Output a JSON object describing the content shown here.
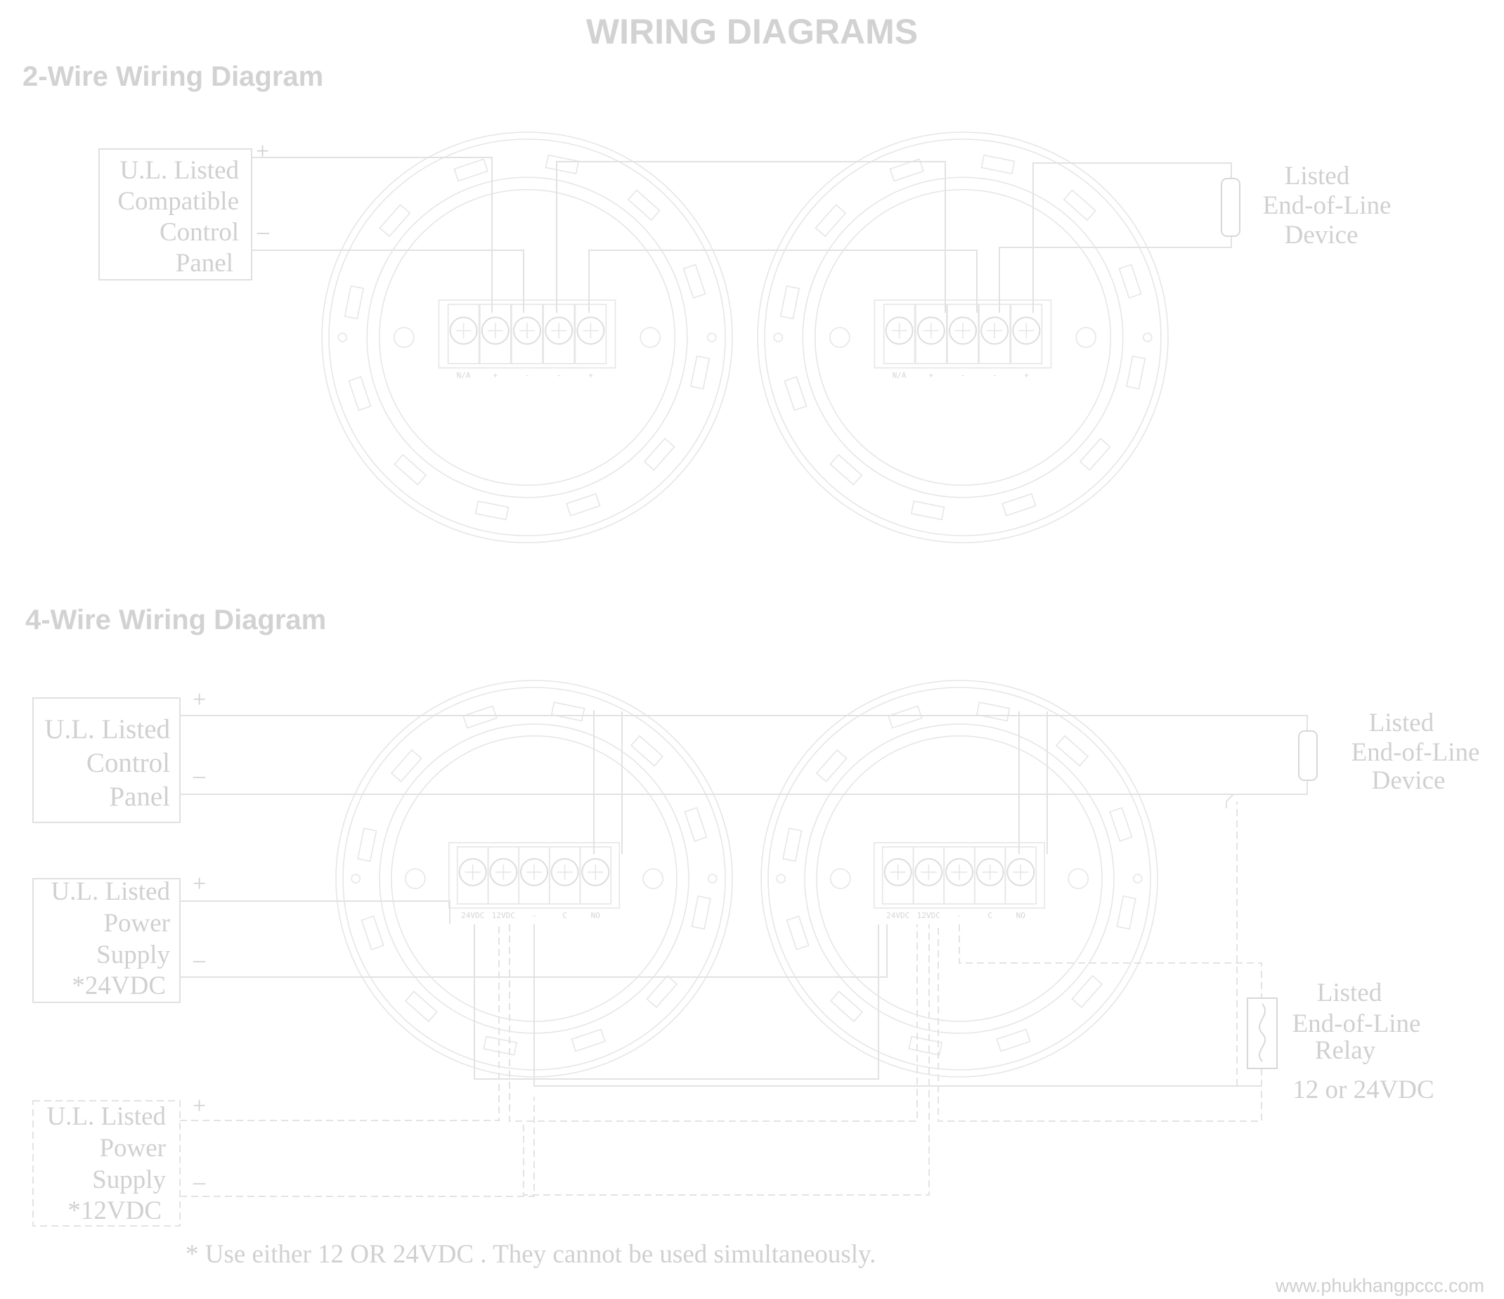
{
  "title": "WIRING DIAGRAMS",
  "two_wire": {
    "heading": "2-Wire Wiring Diagram",
    "panel_lines": [
      "U.L. Listed",
      "Compatible",
      "Control",
      "Panel"
    ],
    "plus": "+",
    "minus": "–",
    "eol_lines": [
      "Listed",
      "End-of-Line",
      "Device"
    ],
    "terminal_labels": [
      "N/A",
      "+",
      "-",
      "-",
      "+"
    ]
  },
  "four_wire": {
    "heading": "4-Wire Wiring Diagram",
    "panel_lines": [
      "U.L. Listed",
      "Control",
      "Panel"
    ],
    "psu24_lines": [
      "U.L. Listed",
      "Power",
      "Supply",
      "*24VDC"
    ],
    "psu12_lines": [
      "U.L. Listed",
      "Power",
      "Supply",
      "*12VDC"
    ],
    "eol_lines": [
      "Listed",
      "End-of-Line",
      "Device"
    ],
    "relay_lines": [
      "Listed",
      "End-of-Line",
      "Relay",
      "12 or 24VDC"
    ],
    "terminal_labels": [
      "24VDC",
      "12VDC",
      "-",
      "C",
      "NO"
    ],
    "plus": "+",
    "minus": "–"
  },
  "footnote": "* Use either 12 OR 24VDC .  They cannot be used simultaneously.",
  "watermark": "www.phukhangpccc.com"
}
